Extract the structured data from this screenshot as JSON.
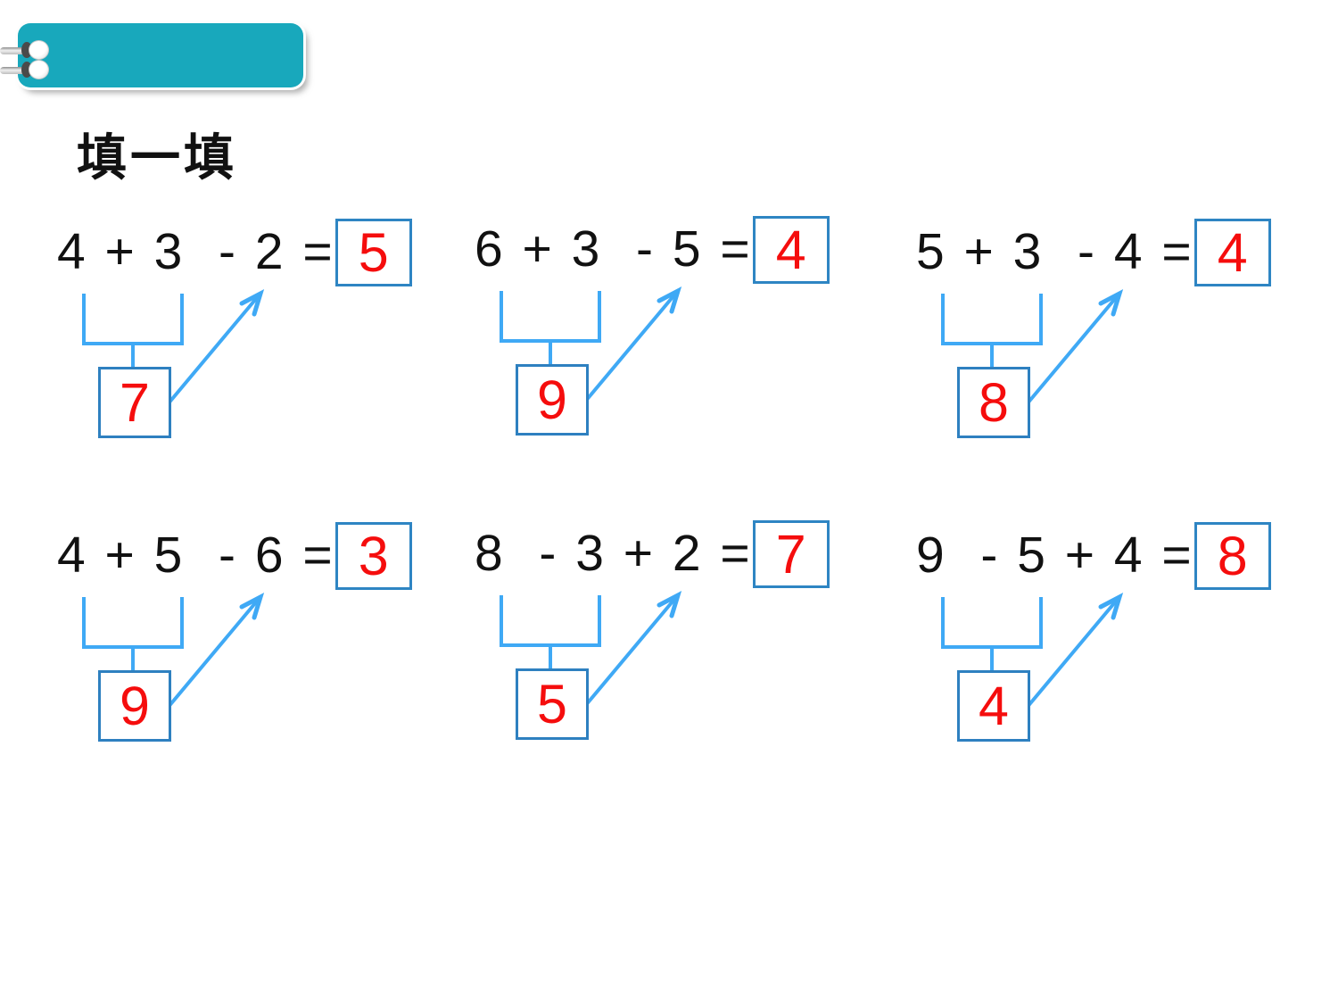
{
  "title": "填一填",
  "colors": {
    "banner_teal": "#18a8bc",
    "box_border_blue": "#2e80c0",
    "connector_blue": "#3fa9f5",
    "answer_red": "#f50d0d",
    "text_black": "#111111"
  },
  "problems": [
    {
      "expression": "4 + 3  - 2 =",
      "answer": "5",
      "pair_sum": "7"
    },
    {
      "expression": "6 + 3  - 5 =",
      "answer": "4",
      "pair_sum": "9"
    },
    {
      "expression": "5 + 3  - 4 =",
      "answer": "4",
      "pair_sum": "8"
    },
    {
      "expression": "4 + 5  - 6 =",
      "answer": "3",
      "pair_sum": "9"
    },
    {
      "expression": "8  - 3 + 2 =",
      "answer": "7",
      "pair_sum": "5"
    },
    {
      "expression": "9  - 5 + 4 =",
      "answer": "8",
      "pair_sum": "4"
    }
  ]
}
